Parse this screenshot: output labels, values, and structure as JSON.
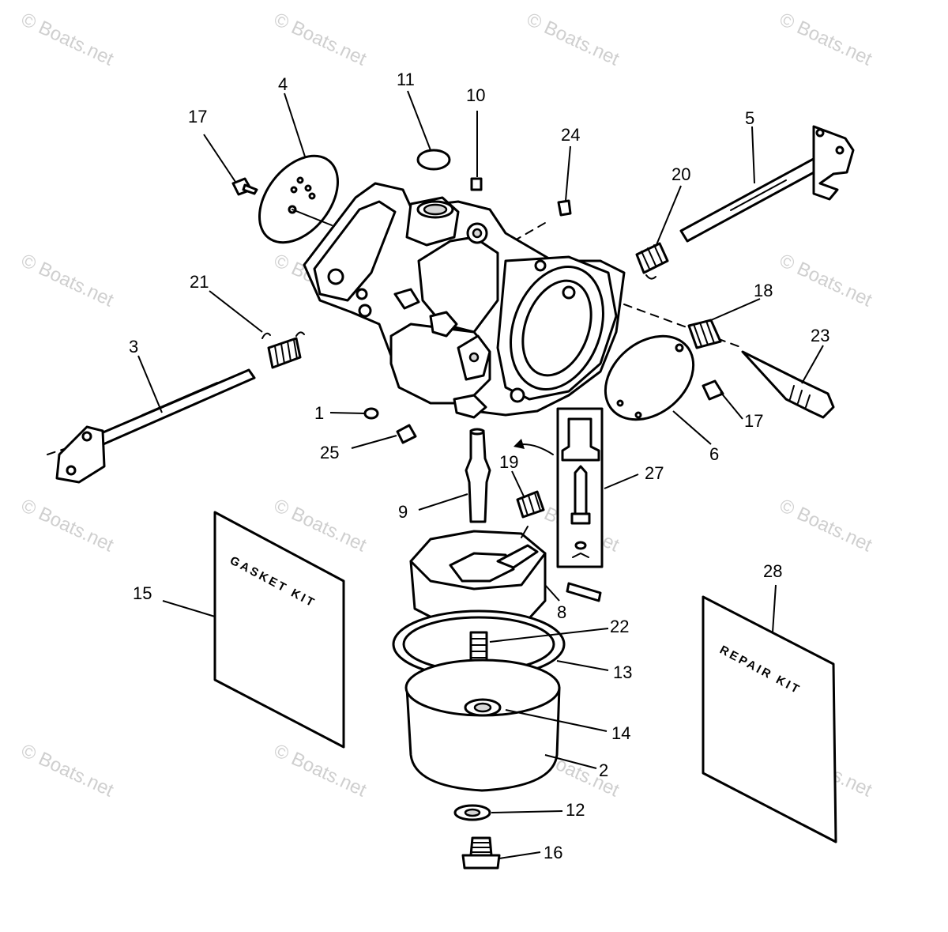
{
  "watermark": "© Boats.net",
  "kits": {
    "gasket": "GASKET KIT",
    "repair": "REPAIR KIT"
  },
  "callouts": [
    "1",
    "2",
    "3",
    "4",
    "5",
    "6",
    "8",
    "9",
    "10",
    "11",
    "12",
    "13",
    "14",
    "15",
    "16",
    "17",
    "17",
    "18",
    "19",
    "20",
    "21",
    "22",
    "23",
    "24",
    "25",
    "27",
    "28"
  ]
}
